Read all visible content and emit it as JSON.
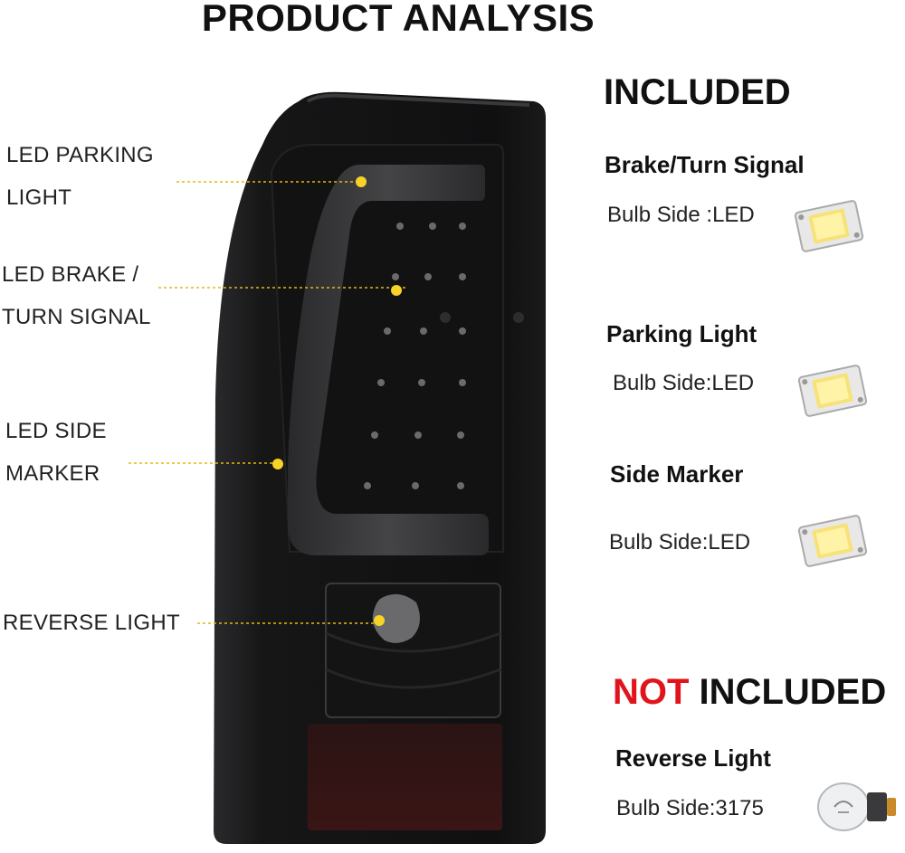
{
  "title": "PRODUCT ANALYSIS",
  "callouts": [
    {
      "line1": "LED PARKING",
      "line2": "LIGHT"
    },
    {
      "line1": "LED BRAKE /",
      "line2": "TURN SIGNAL"
    },
    {
      "line1": "LED SIDE",
      "line2": "MARKER"
    },
    {
      "line1": "REVERSE LIGHT",
      "line2": ""
    }
  ],
  "included": {
    "heading": "INCLUDED",
    "items": [
      {
        "name": "Brake/Turn Signal",
        "bulb": "Bulb Side :LED"
      },
      {
        "name": "Parking Light",
        "bulb": "Bulb Side:LED"
      },
      {
        "name": "Side Marker",
        "bulb": "Bulb Side:LED"
      }
    ]
  },
  "not_included": {
    "heading_not": "NOT",
    "heading_rest": " INCLUDED",
    "items": [
      {
        "name": "Reverse Light",
        "bulb": "Bulb Side:3175"
      }
    ]
  },
  "colors": {
    "accent_red": "#e0141c",
    "callout_dot": "#f7d227",
    "lamp_body": "#1b1b1d"
  },
  "icons": [
    "led-chip-icon",
    "led-chip-icon",
    "led-chip-icon",
    "incandescent-bulb-icon"
  ]
}
